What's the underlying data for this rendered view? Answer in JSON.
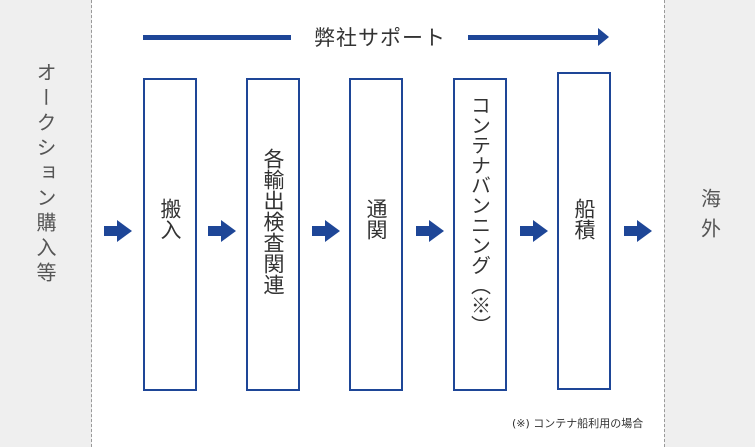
{
  "left_label": "オークション購入等",
  "right_label": "海外",
  "support_label": "弊社サポート",
  "steps": [
    {
      "label": "搬入"
    },
    {
      "label": "各輸出検査関連"
    },
    {
      "label": "通関"
    },
    {
      "label": "コンテナバンニング（※）"
    },
    {
      "label": "船積"
    }
  ],
  "footnote": "(※) コンテナ船利用の場合",
  "colors": {
    "accent": "#1e4697",
    "side_bg": "#efefef"
  }
}
